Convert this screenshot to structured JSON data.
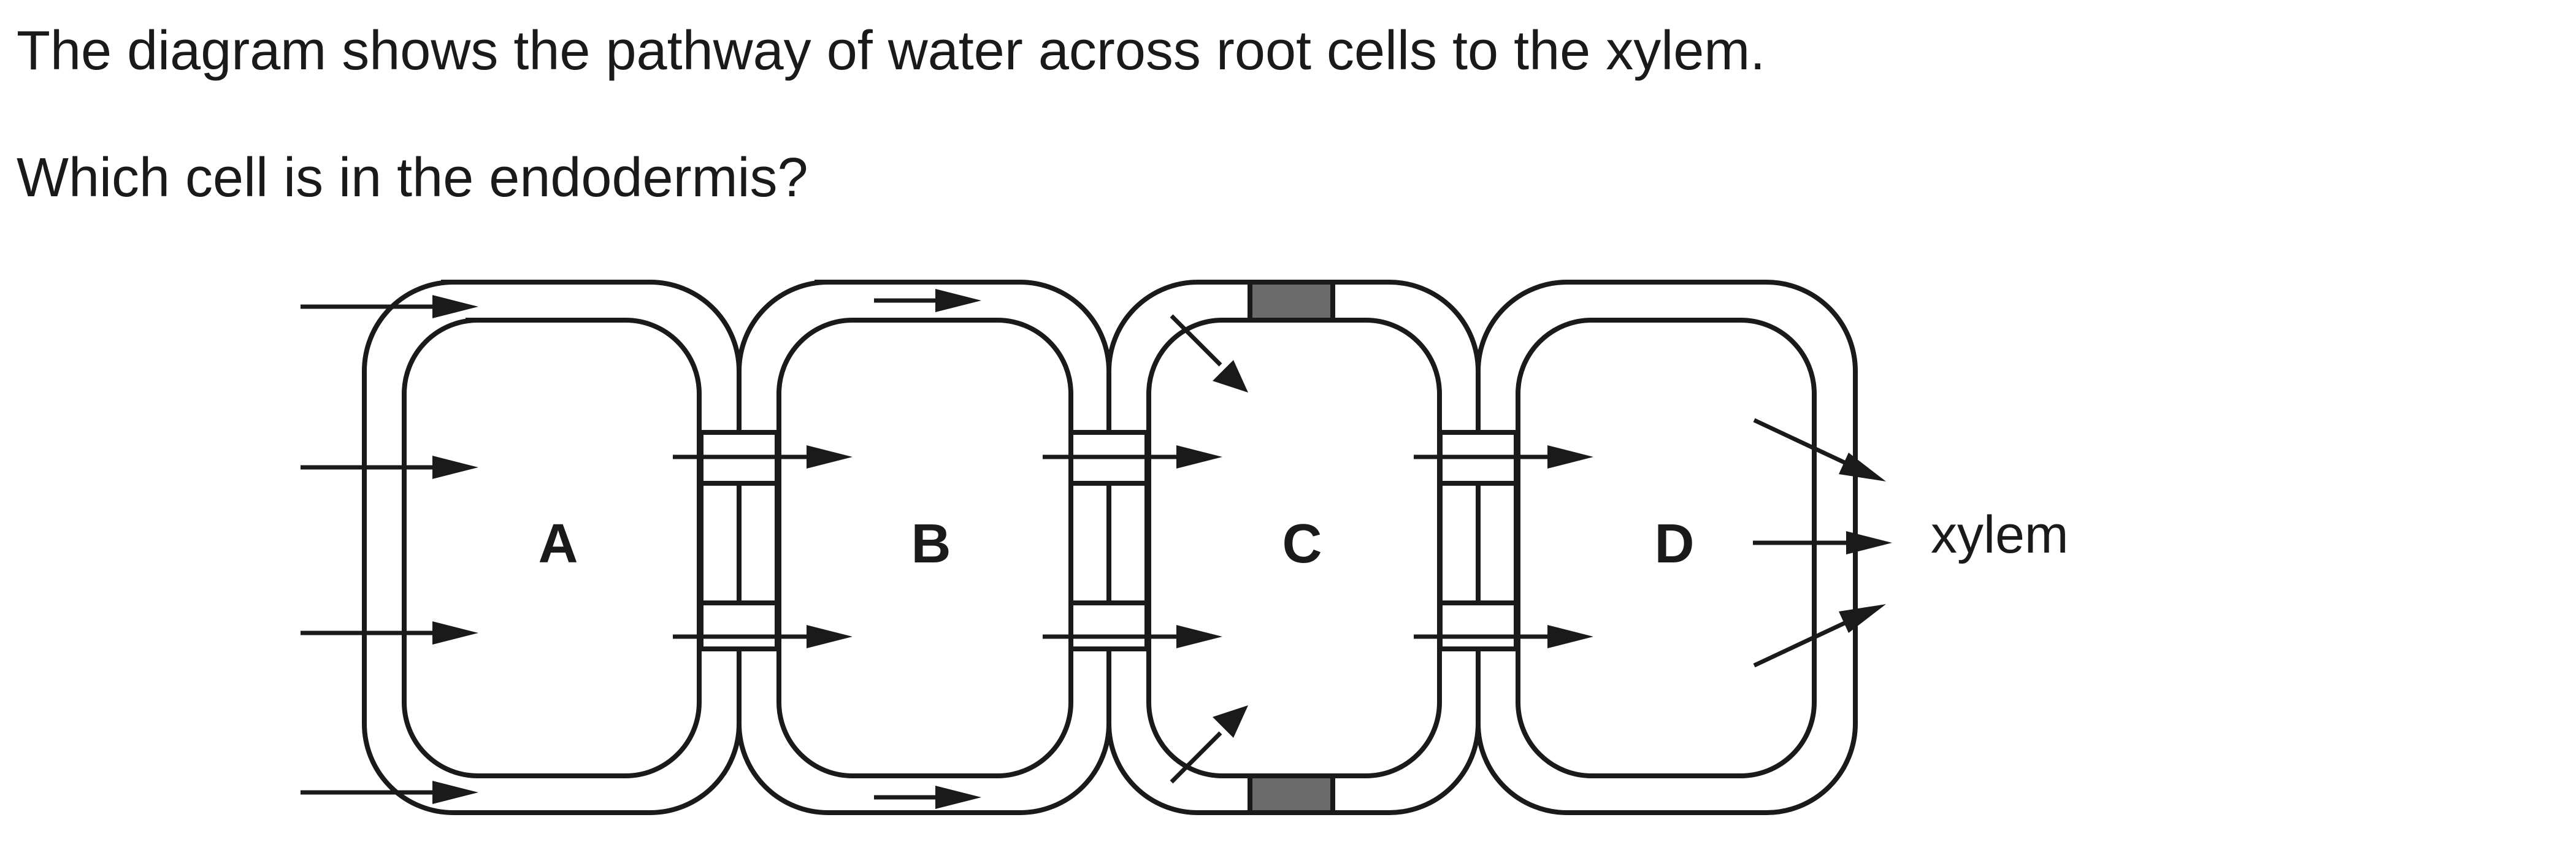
{
  "question": {
    "stem": "The diagram shows the pathway of water across root cells to the xylem.",
    "prompt": "Which cell is in the endodermis?"
  },
  "diagram": {
    "cell_labels": [
      "A",
      "B",
      "C",
      "D"
    ],
    "xylem_label": "xylem",
    "casparian_strip_color": "#6b6b6b",
    "line_color": "#1a1a1a"
  }
}
